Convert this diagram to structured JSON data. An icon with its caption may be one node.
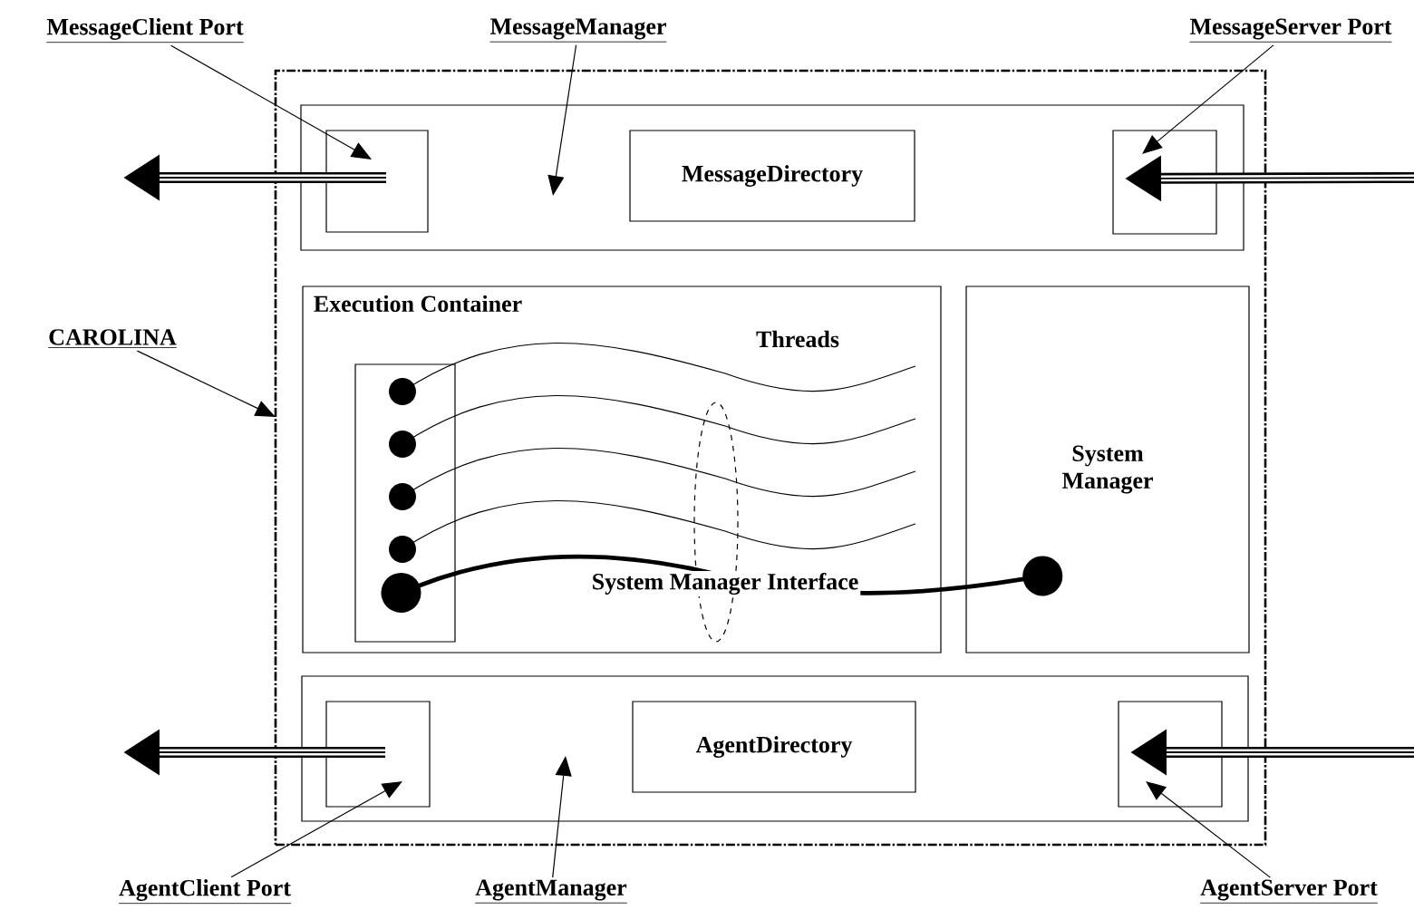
{
  "diagram": {
    "nodes": [
      {
        "text": [
          "MessageClient Port"
        ]
      },
      {
        "text": [
          "MessageManager"
        ]
      },
      {
        "text": [
          "MessageServer Port"
        ]
      },
      {
        "text": [],
        "shape": "box"
      },
      {
        "text": [],
        "shape": "box",
        "in": 3
      },
      {
        "text": [],
        "shape": "box",
        "in": 4
      },
      {
        "text": [
          "MessageDirectory"
        ],
        "in": 4
      },
      {
        "text": [],
        "shape": "box",
        "in": 4
      },
      {
        "text": [
          "CAROLINA"
        ]
      },
      {
        "text": [
          "Execution Container"
        ],
        "in": 3
      },
      {
        "text": [],
        "shape": "box",
        "in": 9
      },
      {
        "text": [
          "System Manager"
        ],
        "in": 3
      },
      {
        "text": [],
        "shape": "box",
        "in": 3
      },
      {
        "text": [],
        "shape": "box",
        "in": 12
      },
      {
        "text": [
          "AgentDirectory"
        ],
        "in": 12
      },
      {
        "text": [],
        "shape": "box",
        "in": 12
      },
      {
        "text": [
          "AgentClient Port"
        ]
      },
      {
        "text": [
          "AgentManager"
        ]
      },
      {
        "text": [
          "AgentServer Port"
        ]
      }
    ],
    "edges": [
      {
        "from": 0,
        "to": 5,
        "arrow": "to"
      },
      {
        "from": 1,
        "to": 4,
        "arrow": "to"
      },
      {
        "from": 2,
        "to": 7,
        "arrow": "to"
      },
      {
        "from": 5,
        "to": null,
        "arrow": "to",
        "style": "thick"
      },
      {
        "from": null,
        "to": 7,
        "arrow": "to",
        "style": "thick"
      },
      {
        "from": 8,
        "to": 3,
        "arrow": "to"
      },
      {
        "from": 10,
        "to": 11,
        "arrow": "other",
        "style": "thick",
        "label": "System Manager Interface"
      },
      {
        "from": 13,
        "to": null,
        "arrow": "to",
        "style": "thick"
      },
      {
        "from": null,
        "to": 15,
        "arrow": "to",
        "style": "thick"
      },
      {
        "from": 16,
        "to": 13,
        "arrow": "to"
      },
      {
        "from": 17,
        "to": 12,
        "arrow": "to"
      },
      {
        "from": 18,
        "to": 15,
        "arrow": "to"
      }
    ],
    "labels": [
      "Threads"
    ]
  }
}
